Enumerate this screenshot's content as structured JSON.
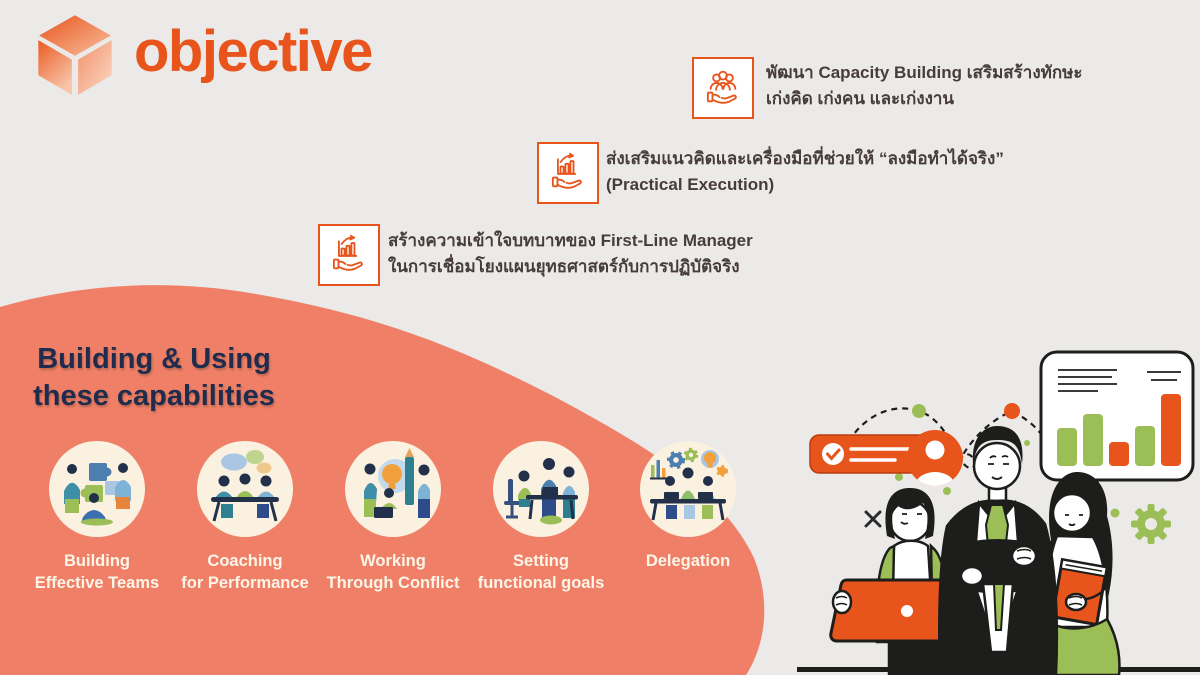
{
  "colors": {
    "orange": "#E8551C",
    "green": "#9BBE57",
    "salmon": "#EF8067",
    "background": "#ECEAE8",
    "navy": "#1F2C4D",
    "text_dark": "#473C3C",
    "cream_circle": "#FAF1E0",
    "ink": "#1D1D1B"
  },
  "logo": {
    "text": "objective",
    "icon": "orange-cube-icon"
  },
  "callouts": [
    {
      "icon": "people-on-hand-icon",
      "line1": "พัฒนา Capacity Building เสริมสร้างทักษะ",
      "line2": "เก่งคิด เก่งคน และเก่งงาน"
    },
    {
      "icon": "growth-chart-on-hand-icon",
      "line1": "ส่งเสริมแนวคิดและเครื่องมือที่ช่วยให้ “ลงมือทำได้จริง”",
      "line2": "(Practical Execution)"
    },
    {
      "icon": "growth-chart-on-hand-icon",
      "line1": "สร้างความเข้าใจบทบาทของ First-Line Manager",
      "line2": "ในการเชื่อมโยงแผนยุทธศาสตร์กับการปฏิบัติจริง"
    }
  ],
  "capabilities": {
    "title_line1": "Building & Using",
    "title_line2": "these capabilities",
    "items": [
      {
        "label_line1": "Building",
        "label_line2": "Effective Teams",
        "illustration": "team-puzzle"
      },
      {
        "label_line1": "Coaching",
        "label_line2": "for Performance",
        "illustration": "table-discussion-speech-bubbles"
      },
      {
        "label_line1": "Working",
        "label_line2": "Through Conflict",
        "illustration": "idea-bulb-pencil-team"
      },
      {
        "label_line1": "Setting",
        "label_line2": "functional goals",
        "illustration": "desk-meeting"
      },
      {
        "label_line1": "Delegation",
        "label_line2": "",
        "illustration": "gears-lightbulb-teamwork"
      }
    ]
  },
  "scene": {
    "description": "three business people illustration with analytics chart card, task card, avatar badge, gear and dashed arcs",
    "chart_card": {
      "bars": [
        {
          "h": 38,
          "color": "green"
        },
        {
          "h": 52,
          "color": "green"
        },
        {
          "h": 24,
          "color": "orange"
        },
        {
          "h": 40,
          "color": "green"
        },
        {
          "h": 72,
          "color": "orange"
        }
      ]
    }
  }
}
